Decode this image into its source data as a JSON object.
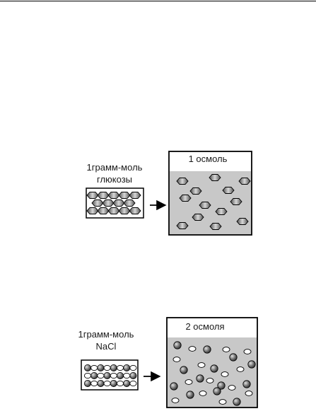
{
  "glucose": {
    "label_line1": "1грамм-моль",
    "label_line2": "глюкозы",
    "container_label": "1 осмоль"
  },
  "nacl": {
    "label_line1": "1грамм-моль",
    "label_line2": "NaCl",
    "container_label": "2 осмоля"
  },
  "colors": {
    "solution_fill": "#c8c8c8",
    "particle_dark": "#6e6e6e",
    "particle_light": "#ffffff",
    "outline": "#000000"
  }
}
